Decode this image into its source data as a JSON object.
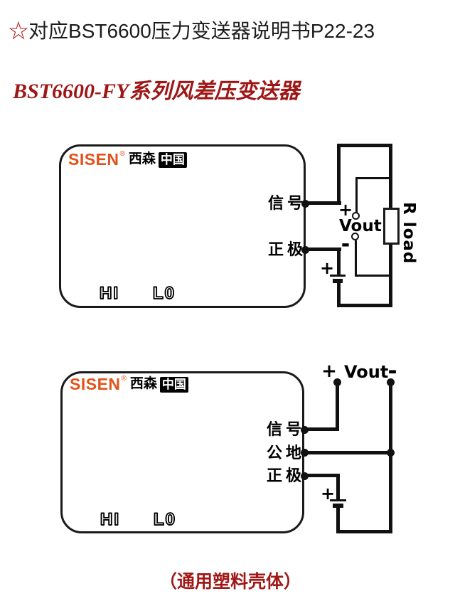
{
  "colors": {
    "title_red": "#9e1616",
    "caption_red": "#a01818",
    "star_red": "#b41c1c",
    "logo_orange": "#e2511a",
    "line_black": "#111111"
  },
  "header": {
    "star": "☆",
    "note": "对应BST6600压力变送器说明书P22-23",
    "title": "BST6600-FY系列风差压变送器"
  },
  "logo": {
    "brand": "SISEN",
    "reg": "®",
    "cn": "西森",
    "badge": "中国"
  },
  "diagram_2wire": {
    "terminals": [
      {
        "label": "信号"
      },
      {
        "label": "正极"
      }
    ],
    "hi": "HI",
    "lo": "L0",
    "meter": {
      "plus": "+",
      "label": "Vout",
      "minus": "-"
    },
    "load": "R load",
    "battery_plus": "+"
  },
  "diagram_3wire": {
    "terminals": [
      {
        "label": "信号"
      },
      {
        "label": "公地"
      },
      {
        "label": "正极"
      }
    ],
    "hi": "HI",
    "lo": "L0",
    "meter": {
      "plus": "+",
      "label": "Vout",
      "minus": "-"
    },
    "battery_plus": "+"
  },
  "footer": {
    "caption": "（通用塑料壳体）"
  }
}
